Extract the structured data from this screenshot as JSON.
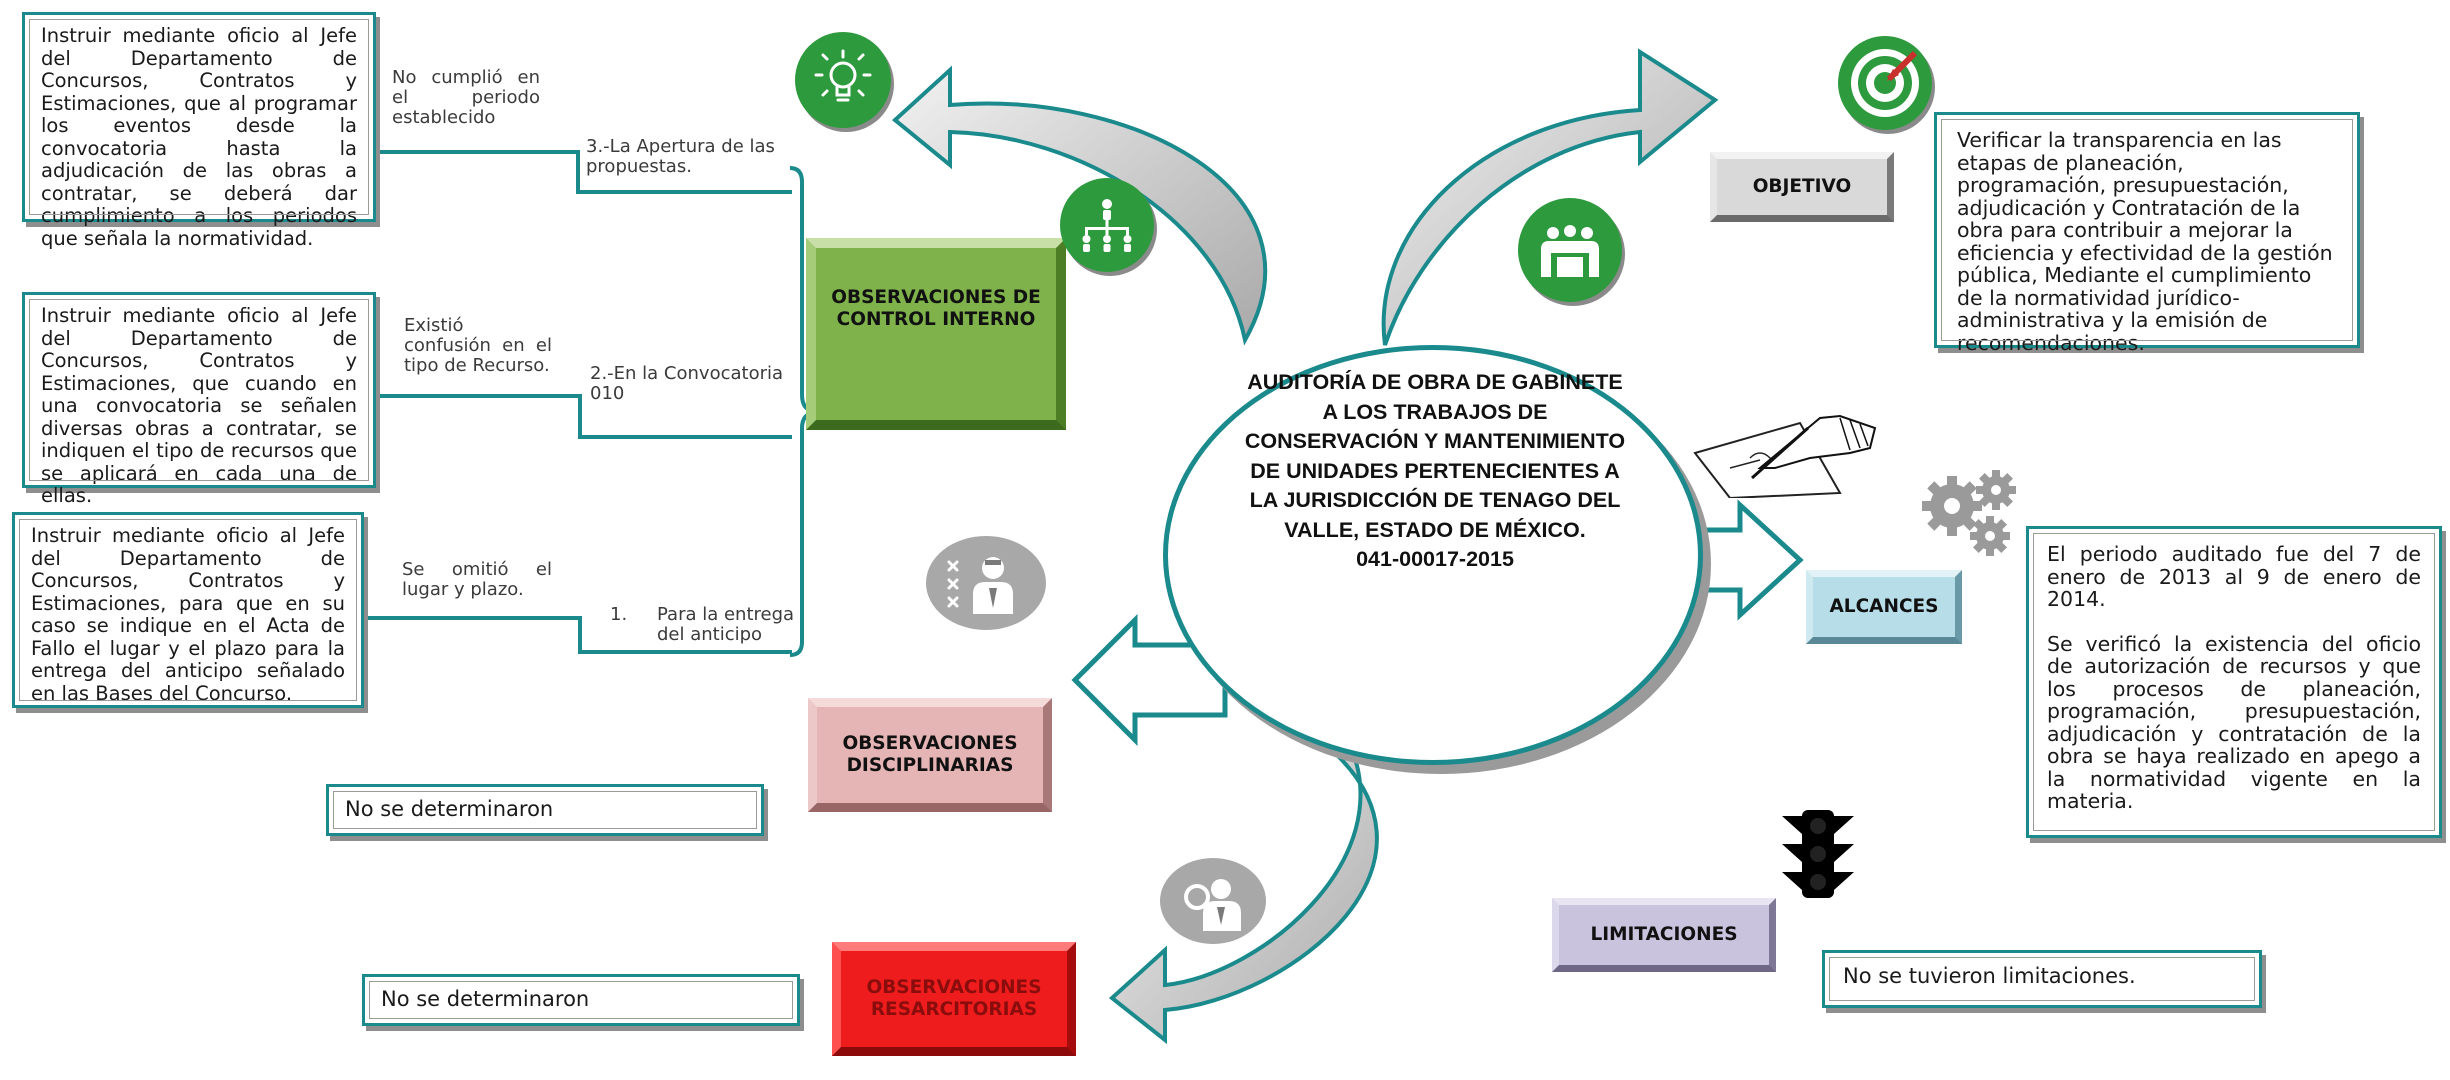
{
  "center": {
    "title": "AUDITORÍA DE OBRA DE GABINETE A LOS TRABAJOS DE CONSERVACIÓN Y MANTENIMIENTO DE UNIDADES PERTENECIENTES A LA JURISDICCIÓN DE TENAGO DEL VALLE, ESTADO DE MÉXICO.",
    "code": "041-00017-2015"
  },
  "control_interno": {
    "label": "OBSERVACIONES DE CONTROL INTERNO",
    "items": [
      {
        "recommendation": "Instruir mediante oficio al Jefe del Departamento de Concursos, Contratos y Estimaciones, que al programar los eventos desde la convocatoria hasta la adjudicación de las obras a contratar, se deberá dar cumplimiento a los periodos que señala la normatividad.",
        "finding": "No cumplió en el periodo establecido",
        "stage": "3.-La Apertura de las propuestas."
      },
      {
        "recommendation": "Instruir mediante oficio al Jefe del Departamento de Concursos, Contratos y Estimaciones, que cuando en una convocatoria se señalen diversas obras a contratar, se indiquen el tipo de recursos que se aplicará en cada una de ellas.",
        "finding": "Existió confusión en el tipo de Recurso.",
        "stage": "2.-En la Convocatoria 010"
      },
      {
        "recommendation": "Instruir mediante oficio al Jefe del Departamento de Concursos, Contratos y Estimaciones, para que en su caso se indique en el Acta de Fallo el lugar y el plazo para la entrega del anticipo señalado en las Bases del Concurso.",
        "finding": "Se omitió el lugar y plazo.",
        "stage_num": "1.",
        "stage": "Para la entrega del anticipo"
      }
    ]
  },
  "disciplinarias": {
    "label": "OBSERVACIONES DISCIPLINARIAS",
    "result": "No se determinaron"
  },
  "resarcitorias": {
    "label": "OBSERVACIONES RESARCITORIAS",
    "result": "No se determinaron"
  },
  "objetivo": {
    "label": "OBJETIVO",
    "text": "Verificar la transparencia en las etapas de planeación, programación, presupuestación, adjudicación y Contratación de la obra para contribuir a mejorar la eficiencia y efectividad de la gestión pública, Mediante el cumplimiento de la normatividad jurídico-administrativa y la emisión de recomendaciones."
  },
  "alcances": {
    "label": "ALCANCES",
    "text1": "El periodo auditado fue del 7 de enero de 2013 al 9 de enero de 2014.",
    "text2": "Se verificó la existencia del oficio de autorización de recursos y que los procesos de planeación, programación, presupuestación, adjudicación y contratación de la obra se haya realizado en apego a la normatividad vigente en la materia."
  },
  "limitaciones": {
    "label": "LIMITACIONES",
    "text": "No se tuvieron limitaciones."
  },
  "icons": [
    "lightbulb-icon",
    "org-chart-icon",
    "people-group-icon",
    "target-icon",
    "signing-hand-icon",
    "gears-icon",
    "traffic-light-icon",
    "auditor-checklist-icon",
    "auditor-magnifier-icon"
  ],
  "colors": {
    "teal": "#1a8a8c",
    "green_box": "#7fb24a",
    "pink_box": "#e5b5b5",
    "red_box": "#ee1c1c",
    "grey_box": "#d9d9d9",
    "lightblue_box": "#b7dde8",
    "lavender_box": "#c9c3de",
    "icon_green": "#2e9a3e"
  }
}
